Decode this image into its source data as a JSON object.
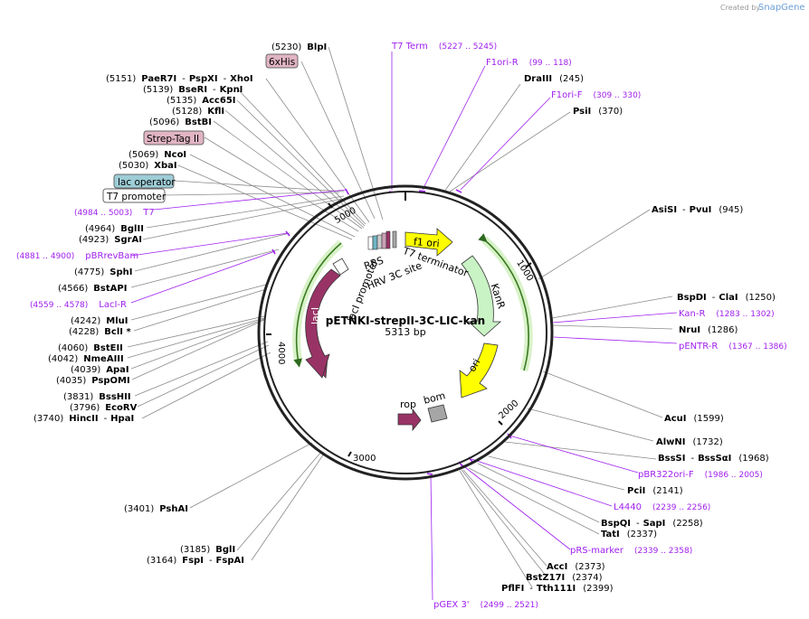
{
  "watermark": {
    "created_by": "Created by",
    "brand": "SnapGene"
  },
  "map": {
    "name": "pETNKI-strepII-3C-LIC-kan",
    "length": "5313 bp",
    "ticks": [
      "1000",
      "2000",
      "3000",
      "4000",
      "5000"
    ]
  },
  "features": [
    {
      "id": "f1-ori",
      "label": "f1 ori",
      "color": "#ffff00"
    },
    {
      "id": "kanr",
      "label": "KanR",
      "color": "#c9f3c4"
    },
    {
      "id": "ori",
      "label": "ori",
      "color": "#ffff00"
    },
    {
      "id": "laci",
      "label": "lacI",
      "color": "#993366"
    },
    {
      "id": "laci-promoter",
      "label": "lacI promoter",
      "color": "#ffffff"
    },
    {
      "id": "rop",
      "label": "rop",
      "color": "#993366"
    },
    {
      "id": "bom",
      "label": "bom",
      "color": "#a6a6a6"
    },
    {
      "id": "rbs",
      "label": "RBS",
      "color": "#ffffff"
    },
    {
      "id": "hrv-3c-site",
      "label": "HRV 3C site",
      "color": "#cccccc"
    },
    {
      "id": "t7-terminator",
      "label": "T7 terminator",
      "color": "#a6a6a6"
    }
  ],
  "boxed_labels": [
    {
      "id": "6xhis",
      "label": "6xHis"
    },
    {
      "id": "strep-tag-ii",
      "label": "Strep-Tag II"
    },
    {
      "id": "lac-operator",
      "label": "lac operator"
    },
    {
      "id": "t7-promoter",
      "label": "T7 promoter"
    }
  ],
  "sites": [
    {
      "id": "blpi",
      "pos": "(5230)",
      "names": [
        "BlpI"
      ]
    },
    {
      "id": "paer7i",
      "pos": "(5151)",
      "names": [
        "PaeR7I",
        "PspXI",
        "XhoI"
      ]
    },
    {
      "id": "bseri",
      "pos": "(5139)",
      "names": [
        "BseRI",
        "KpnI"
      ]
    },
    {
      "id": "acc65i",
      "pos": "(5135)",
      "names": [
        "Acc65I"
      ]
    },
    {
      "id": "kfli",
      "pos": "(5128)",
      "names": [
        "KflI"
      ]
    },
    {
      "id": "bstbi",
      "pos": "(5096)",
      "names": [
        "BstBI"
      ]
    },
    {
      "id": "ncoi",
      "pos": "(5069)",
      "names": [
        "NcoI"
      ]
    },
    {
      "id": "xbai",
      "pos": "(5030)",
      "names": [
        "XbaI"
      ]
    },
    {
      "id": "bglii",
      "pos": "(4964)",
      "names": [
        "BglII"
      ]
    },
    {
      "id": "sgrai",
      "pos": "(4923)",
      "names": [
        "SgrAI"
      ]
    },
    {
      "id": "sphi",
      "pos": "(4775)",
      "names": [
        "SphI"
      ]
    },
    {
      "id": "bstapi",
      "pos": "(4566)",
      "names": [
        "BstAPI"
      ]
    },
    {
      "id": "mlui",
      "pos": "(4242)",
      "names": [
        "MluI"
      ]
    },
    {
      "id": "bcli",
      "pos": "(4228)",
      "names": [
        "BclI *"
      ]
    },
    {
      "id": "bsteii",
      "pos": "(4060)",
      "names": [
        "BstEII"
      ]
    },
    {
      "id": "nmeaiii",
      "pos": "(4042)",
      "names": [
        "NmeAIII"
      ]
    },
    {
      "id": "apai",
      "pos": "(4039)",
      "names": [
        "ApaI"
      ]
    },
    {
      "id": "psp0mi",
      "pos": "(4035)",
      "names": [
        "PspOMI"
      ]
    },
    {
      "id": "bsshii",
      "pos": "(3831)",
      "names": [
        "BssHII"
      ]
    },
    {
      "id": "ecorv",
      "pos": "(3796)",
      "names": [
        "EcoRV"
      ]
    },
    {
      "id": "hincii",
      "pos": "(3740)",
      "names": [
        "HincII",
        "HpaI"
      ]
    },
    {
      "id": "pshai",
      "pos": "(3401)",
      "names": [
        "PshAI"
      ]
    },
    {
      "id": "bgli",
      "pos": "(3185)",
      "names": [
        "BglI"
      ]
    },
    {
      "id": "fspi",
      "pos": "(3164)",
      "names": [
        "FspI",
        "FspAI"
      ]
    },
    {
      "id": "draiii",
      "pos": "(245)",
      "names": [
        "DraIII"
      ]
    },
    {
      "id": "psii",
      "pos": "(370)",
      "names": [
        "PsiI"
      ]
    },
    {
      "id": "asisi",
      "pos": "(945)",
      "names": [
        "AsiSI",
        "PvuI"
      ]
    },
    {
      "id": "bspdi",
      "pos": "(1250)",
      "names": [
        "BspDI",
        "ClaI"
      ]
    },
    {
      "id": "nrui",
      "pos": "(1286)",
      "names": [
        "NruI"
      ]
    },
    {
      "id": "acui",
      "pos": "(1599)",
      "names": [
        "AcuI"
      ]
    },
    {
      "id": "alwni",
      "pos": "(1732)",
      "names": [
        "AlwNI"
      ]
    },
    {
      "id": "bsssi",
      "pos": "(1968)",
      "names": [
        "BssSI",
        "BssSαI"
      ]
    },
    {
      "id": "pcii",
      "pos": "(2141)",
      "names": [
        "PciI"
      ]
    },
    {
      "id": "bspqi",
      "pos": "(2258)",
      "names": [
        "BspQI",
        "SapI"
      ]
    },
    {
      "id": "tati",
      "pos": "(2337)",
      "names": [
        "TatI"
      ]
    },
    {
      "id": "acci",
      "pos": "(2373)",
      "names": [
        "AccI"
      ]
    },
    {
      "id": "bstz17i",
      "pos": "(2374)",
      "names": [
        "BstZ17I"
      ]
    },
    {
      "id": "pflfi",
      "pos": "(2399)",
      "names": [
        "PflFI",
        "Tth111I"
      ]
    }
  ],
  "primers": [
    {
      "id": "t7-term",
      "name": "T7 Term",
      "range": "(5227 .. 5245)"
    },
    {
      "id": "f1ori-r",
      "name": "F1ori-R",
      "range": "(99 .. 118)"
    },
    {
      "id": "f1ori-f",
      "name": "F1ori-F",
      "range": "(309 .. 330)"
    },
    {
      "id": "t7",
      "name": "T7",
      "range": "(4984 .. 5003)"
    },
    {
      "id": "pbrrevbam",
      "name": "pBRrevBam",
      "range": "(4881 .. 4900)"
    },
    {
      "id": "laci-r",
      "name": "LacI-R",
      "range": "(4559 .. 4578)"
    },
    {
      "id": "kan-r",
      "name": "Kan-R",
      "range": "(1283 .. 1302)"
    },
    {
      "id": "pentr-r",
      "name": "pENTR-R",
      "range": "(1367 .. 1386)"
    },
    {
      "id": "pbr322ori-f",
      "name": "pBR322ori-F",
      "range": "(1986 .. 2005)"
    },
    {
      "id": "l4440",
      "name": "L4440",
      "range": "(2239 .. 2256)"
    },
    {
      "id": "prs-marker",
      "name": "pRS-marker",
      "range": "(2339 .. 2358)"
    },
    {
      "id": "pgex-3",
      "name": "pGEX 3'",
      "range": "(2499 .. 2521)"
    }
  ]
}
